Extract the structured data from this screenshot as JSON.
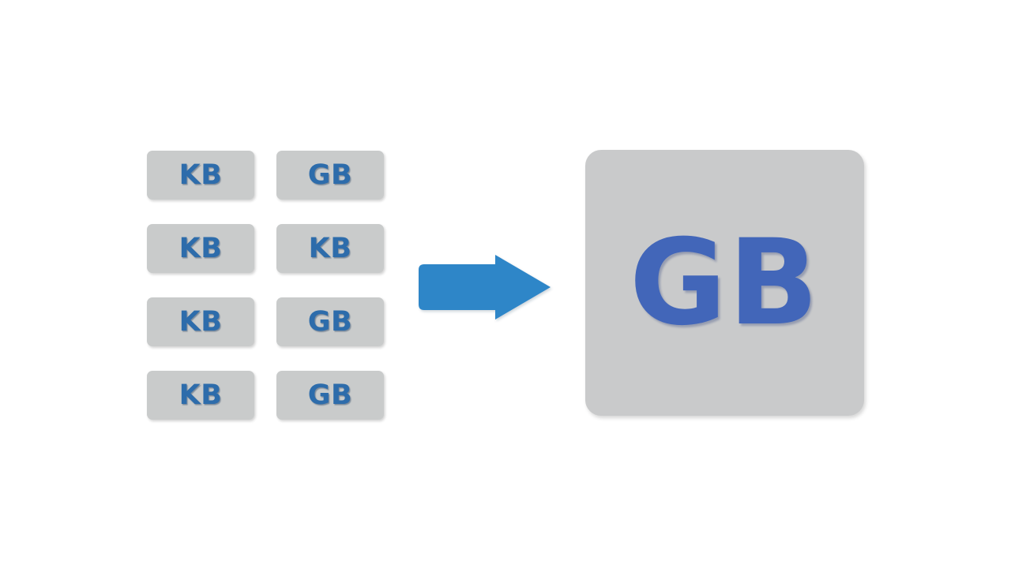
{
  "diagram": {
    "type": "unit-conversion-illustration",
    "background_color": "#ffffff",
    "source": {
      "name": "source-unit-grid",
      "columns": 2,
      "rows": 4,
      "tile_color": "#c9cbcb",
      "tile_text_color": "#2d6cab",
      "tiles": [
        {
          "label": "KB",
          "row": 1,
          "column": 1
        },
        {
          "label": "GB",
          "row": 1,
          "column": 2
        },
        {
          "label": "KB",
          "row": 2,
          "column": 1
        },
        {
          "label": "KB",
          "row": 2,
          "column": 2
        },
        {
          "label": "KB",
          "row": 3,
          "column": 1
        },
        {
          "label": "GB",
          "row": 3,
          "column": 2
        },
        {
          "label": "KB",
          "row": 4,
          "column": 1
        },
        {
          "label": "GB",
          "row": 4,
          "column": 2
        }
      ]
    },
    "arrow": {
      "name": "conversion-arrow",
      "direction": "right",
      "color": "#2e86c8"
    },
    "target": {
      "name": "target-unit-box",
      "label": "GB",
      "box_color": "#c9cacb",
      "text_color": "#4266b9"
    }
  }
}
